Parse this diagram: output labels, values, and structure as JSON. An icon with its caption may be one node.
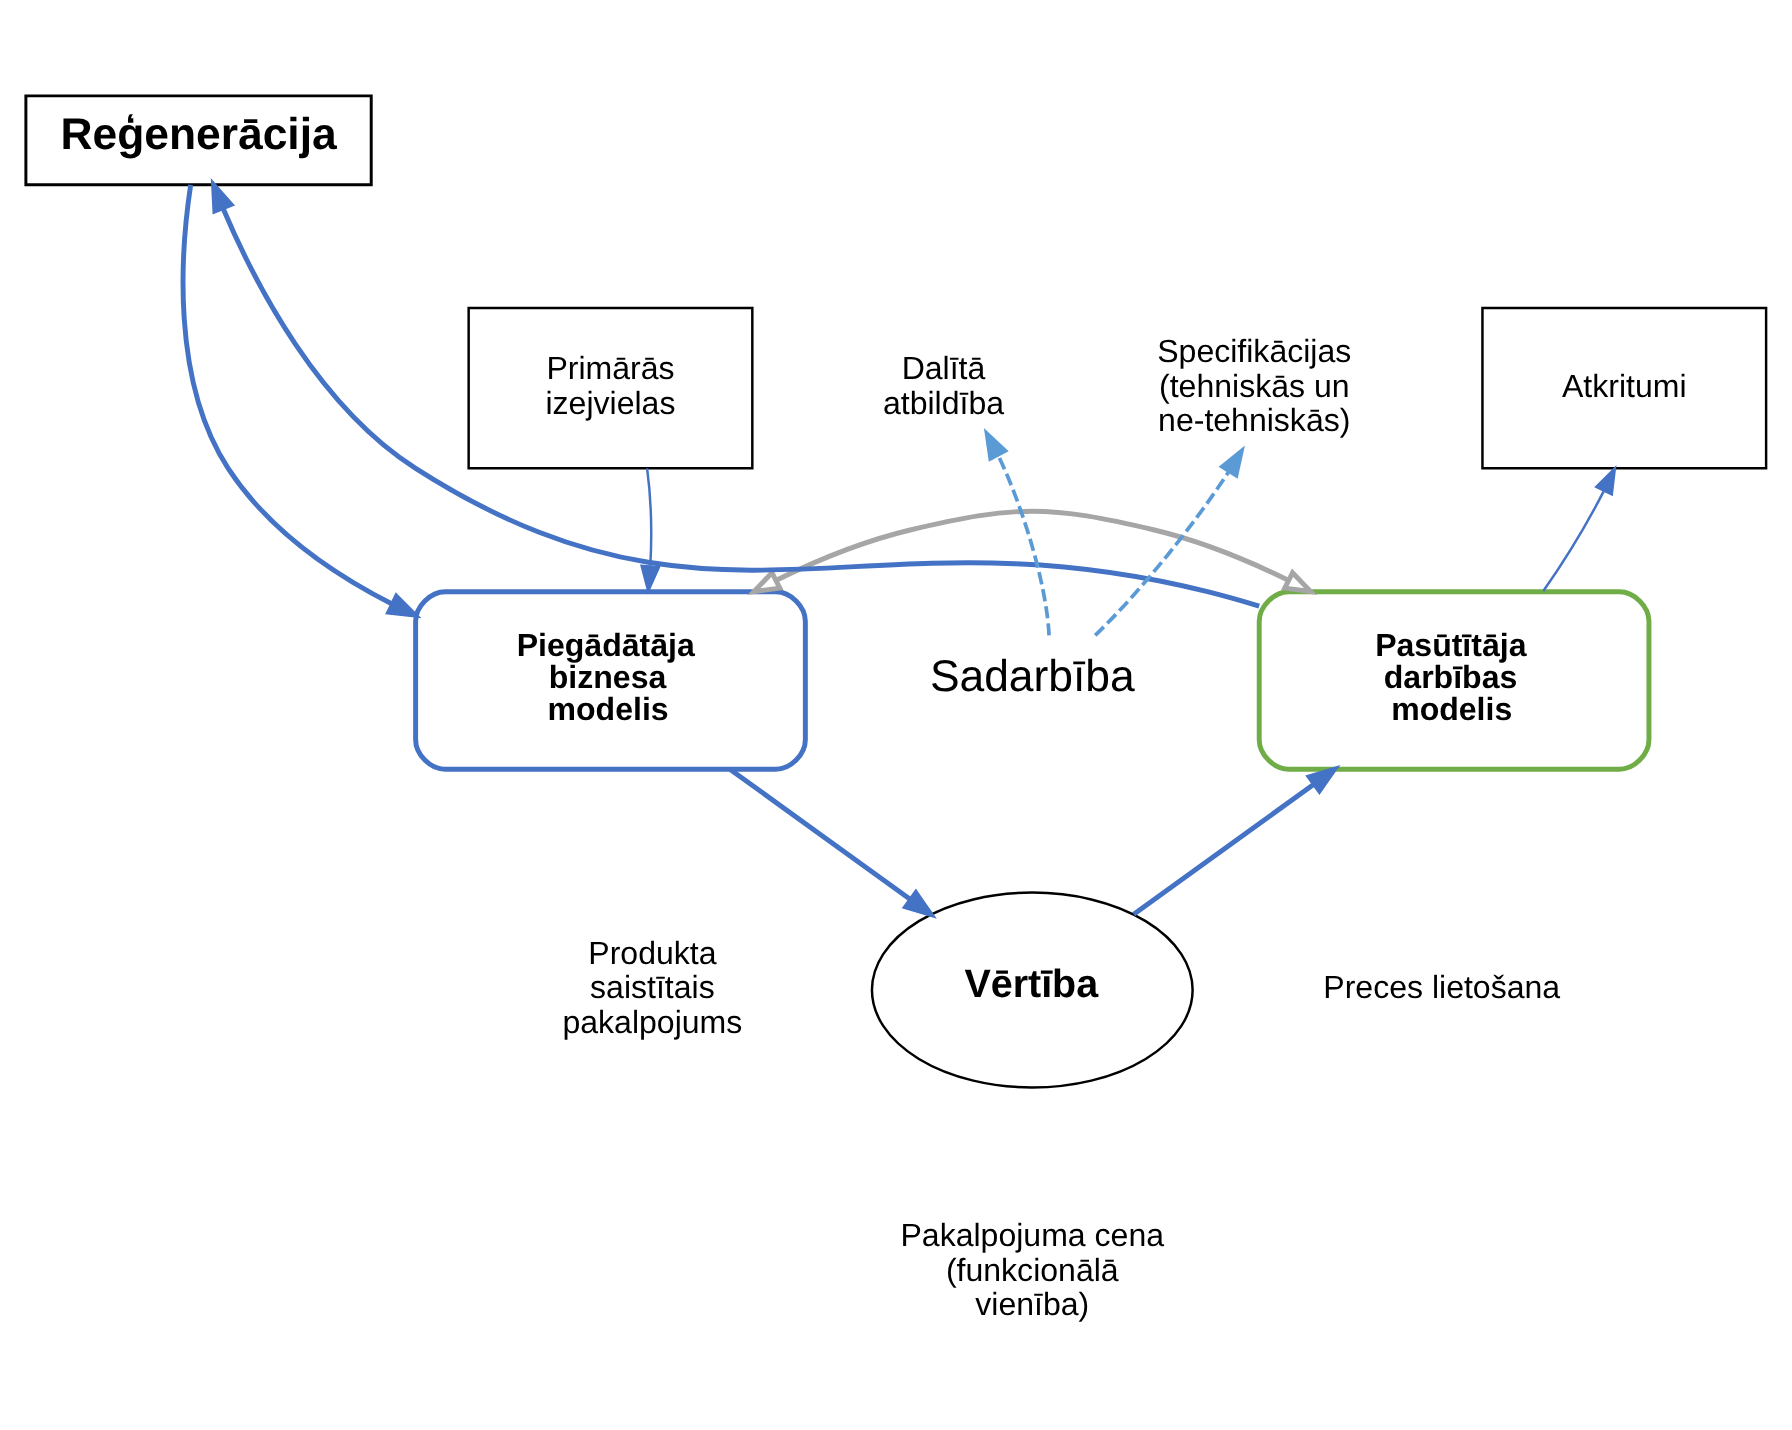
{
  "diagram": {
    "nodes": [
      {
        "text": [
          "Reģenerācija"
        ]
      },
      {
        "text": [
          "Primārās izejvielas"
        ]
      },
      {
        "text": [
          "Piegādātāja biznesa modelis"
        ]
      },
      {
        "text": [
          "Pasūtītāja darbības modelis"
        ]
      },
      {
        "text": [
          "Atkritumi"
        ]
      },
      {
        "text": [
          "Vērtība"
        ]
      },
      {
        "text": [
          "Dalītā atbildība"
        ]
      },
      {
        "text": [
          "Specifikācijas (tehniskās un ne-tehniskās)"
        ]
      },
      {
        "text": [
          "Sadarbība"
        ]
      }
    ],
    "edges": [
      {
        "from": 0,
        "to": 2,
        "arrow": "to"
      },
      {
        "from": 3,
        "to": 0,
        "arrow": "to"
      },
      {
        "from": 2,
        "to": 5,
        "arrow": "to"
      },
      {
        "from": 5,
        "to": 3,
        "arrow": "to"
      },
      {
        "from": 1,
        "to": 2,
        "arrow": "to"
      },
      {
        "from": 3,
        "to": 4,
        "arrow": "to"
      },
      {
        "from": 8,
        "to": 6,
        "arrow": "to",
        "style": "dashed",
        "color": "#5b9bd5"
      },
      {
        "from": 8,
        "to": 7,
        "arrow": "to",
        "style": "dashed",
        "color": "#5b9bd5"
      },
      {
        "from": 2,
        "to": 3,
        "arrow": "both",
        "color": "#a6a6a6"
      }
    ],
    "labels": [
      "Produkta saistītais pakalpojums",
      "Preces lietošana",
      "Pakalpojuma cena (funkcionālā vienība)"
    ]
  }
}
